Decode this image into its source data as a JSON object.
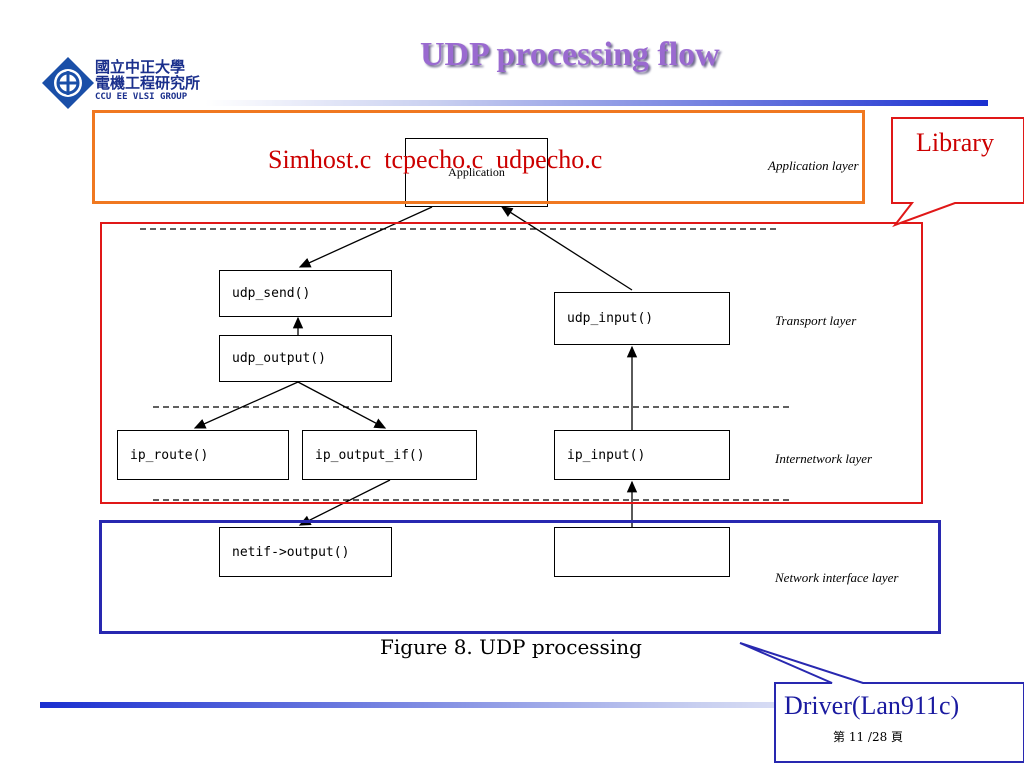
{
  "header": {
    "title": "UDP processing flow",
    "logo": {
      "line1": "國立中正大學",
      "line2": "電機工程研究所",
      "line3": "CCU EE VLSI GROUP",
      "icon": "ccu-emblem-icon"
    }
  },
  "figure": {
    "caption": "Figure 8. UDP processing",
    "application_box": "Application",
    "boxes": {
      "udp_send": "udp_send()",
      "udp_output": "udp_output()",
      "udp_input": "udp_input()",
      "ip_route": "ip_route()",
      "ip_output_if": "ip_output_if()",
      "ip_input": "ip_input()",
      "netif_output": "netif->output()",
      "driver_box": ""
    },
    "layers": {
      "application": "Application layer",
      "transport": "Transport layer",
      "internetwork": "Internetwork layer",
      "network_interface": "Network interface layer"
    }
  },
  "annotations": {
    "app_files": "Simhost.c  tcpecho.c  udpecho.c",
    "library_label": "Library",
    "driver_label": "Driver(Lan911c)"
  },
  "footer": {
    "page_number": "第 11 /28 頁"
  },
  "colors": {
    "title": "#9a6ad0",
    "orange_box": "#f07820",
    "red_box": "#e01818",
    "blue_box": "#2828b0",
    "callout_red": "#cc0000",
    "rule_blue": "#1a2fd0"
  }
}
